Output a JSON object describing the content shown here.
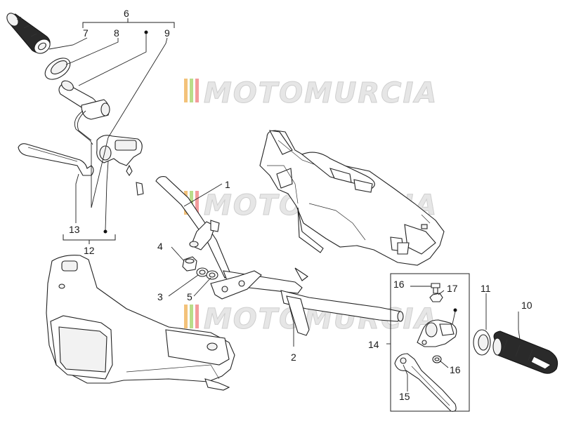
{
  "watermark": {
    "text": "MOTOMURCIA",
    "stripe_colors": [
      "#f3c27a",
      "#b9dd8a",
      "#f39b9b"
    ]
  },
  "callouts": {
    "n1": "1",
    "n2": "2",
    "n3": "3",
    "n4": "4",
    "n5": "5",
    "n6": "6",
    "n7": "7",
    "n8": "8",
    "n9": "9",
    "n10": "10",
    "n11": "11",
    "n12": "12",
    "n13": "13",
    "n14": "14",
    "n15": "15",
    "n16a": "16",
    "n16b": "16",
    "n17": "17"
  }
}
